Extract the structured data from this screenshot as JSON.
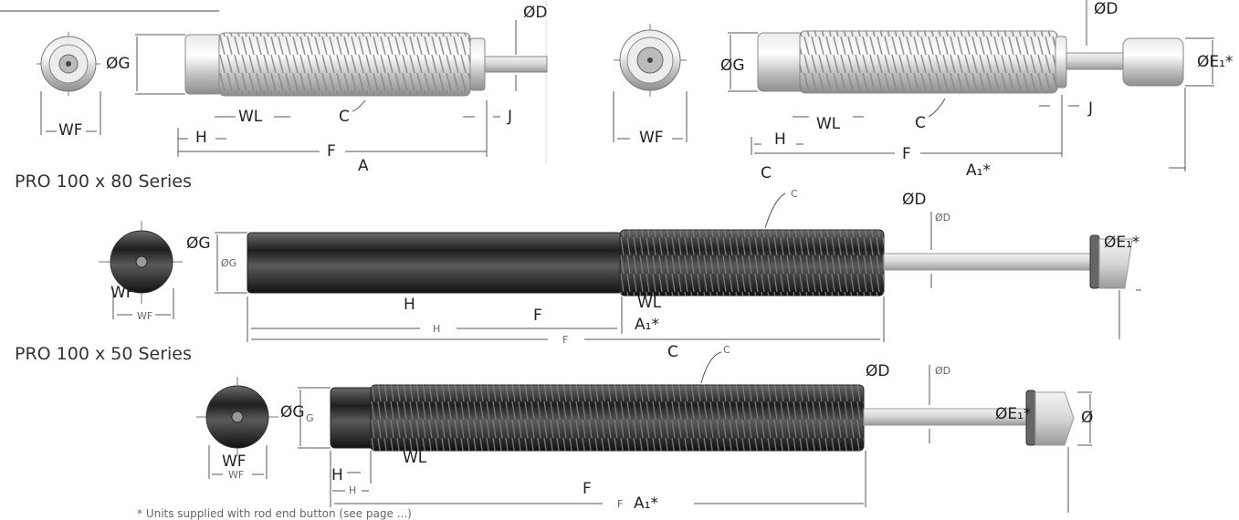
{
  "labels": {
    "D": "ØD",
    "G": "ØG",
    "E1": "ØE₁*",
    "E": "Ø",
    "WF": "WF",
    "WL": "WL",
    "C": "C",
    "H": "H",
    "J": "J",
    "F": "F",
    "A": "A",
    "A1": "A₁*"
  },
  "series": {
    "pro100x80": "PRO 100 x 80 Series",
    "pro100x50": "PRO 100 x 50 Series"
  },
  "small_labels": {
    "G": "ØG",
    "D": "ØD",
    "G_cut": "G",
    "H": "H",
    "F": "F",
    "C": "C",
    "WF": "WF"
  },
  "caption": "* Units supplied with rod end button (see page ...)",
  "colors": {
    "grey_body": "#c9c9c9",
    "dark_body": "#2b2b2b",
    "line": "#555555",
    "text": "#222222"
  }
}
